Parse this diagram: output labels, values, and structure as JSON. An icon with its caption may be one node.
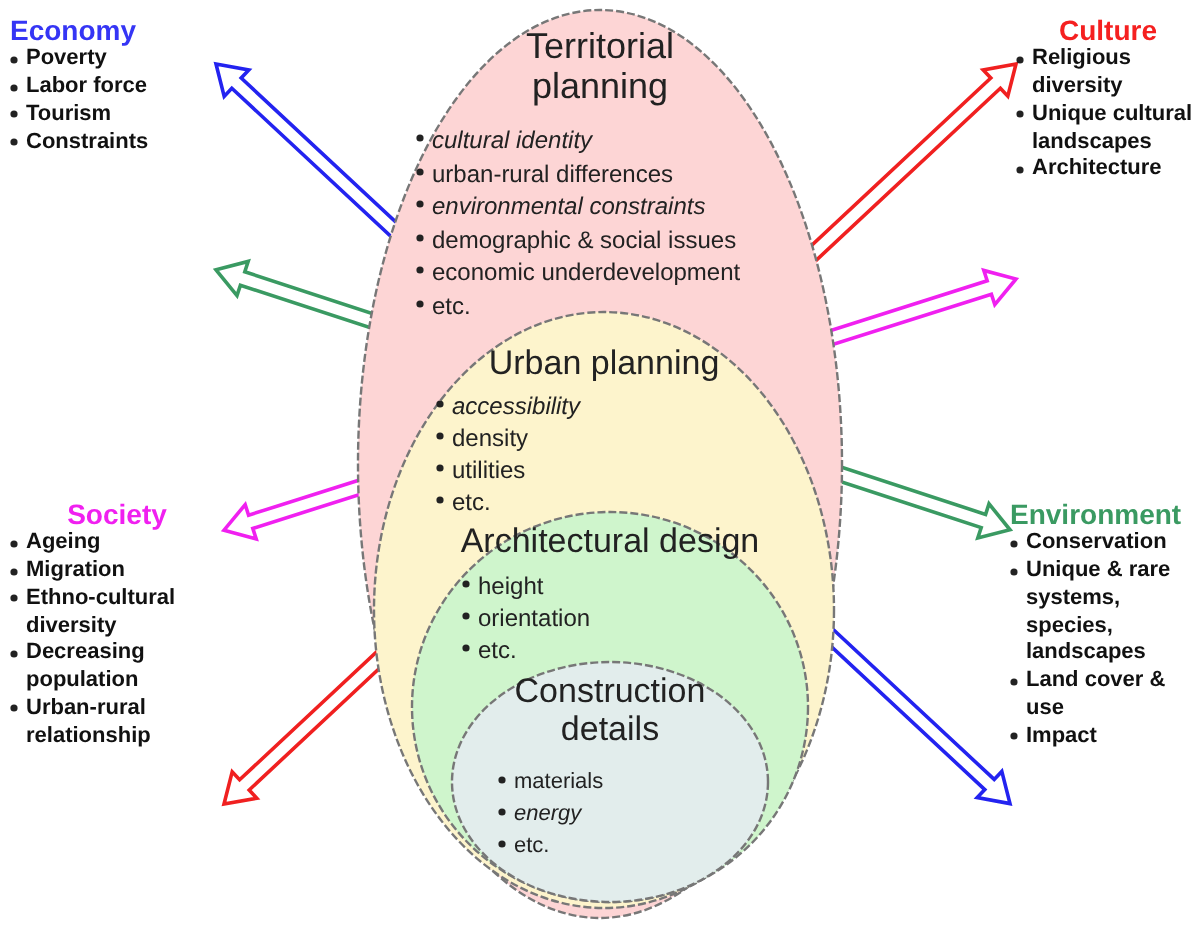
{
  "diagram": {
    "nodes": [
      {
        "text": [
          "Territorial planning",
          "cultural identity",
          "urban-rural differences",
          "environmental constraints",
          "demographic & social issues",
          "economic underdevelopment",
          "etc."
        ]
      },
      {
        "text": [
          "Urban planning",
          "accessibility",
          "density",
          "utilities",
          "etc."
        ],
        "in": 0
      },
      {
        "text": [
          "Architectural design",
          "height",
          "orientation",
          "etc."
        ],
        "in": 1
      },
      {
        "text": [
          "Construction details",
          "materials",
          "energy",
          "etc."
        ],
        "in": 2
      },
      {
        "text": [
          "Economy",
          "Poverty",
          "Labor force",
          "Tourism",
          "Constraints"
        ]
      },
      {
        "text": [
          "Culture",
          "Religious diversity",
          "Unique cultural landscapes",
          "Architecture"
        ]
      },
      {
        "text": [
          "Society",
          "Ageing",
          "Migration",
          "Ethno-cultural diversity",
          "Decreasing population",
          "Urban-rural relationship"
        ]
      },
      {
        "text": [
          "Environment",
          "Conservation",
          "Unique & rare systems, species, landscapes",
          "Land cover & use",
          "Impact"
        ]
      }
    ],
    "edges": [
      {
        "from": 4,
        "to": 7,
        "arrow": "both",
        "color": "#2323f0"
      },
      {
        "from": 4,
        "to": 7,
        "arrow": "both",
        "color": "#3a9a62"
      },
      {
        "from": 5,
        "to": 6,
        "arrow": "both",
        "color": "#f02020"
      },
      {
        "from": 6,
        "to": 5,
        "arrow": "both",
        "color": "#f020f0"
      }
    ]
  }
}
